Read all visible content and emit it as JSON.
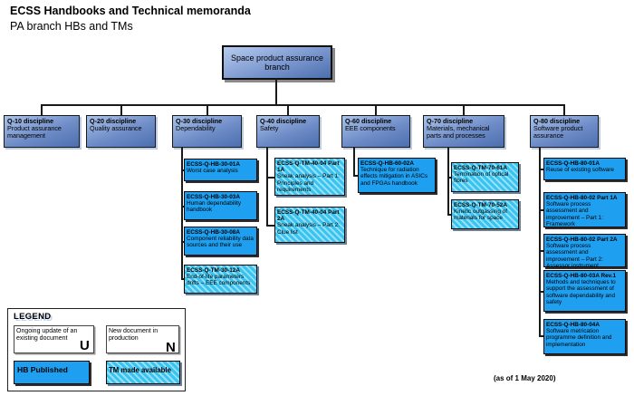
{
  "header": {
    "title": "ECSS Handbooks and Technical memoranda",
    "subtitle": "PA branch HBs and TMs"
  },
  "root": {
    "label": "Space product assurance branch"
  },
  "disciplines": [
    {
      "code": "Q-10 discipline",
      "name": "Product assurance management",
      "docs": []
    },
    {
      "code": "Q-20 discipline",
      "name": "Quality assurance",
      "docs": []
    },
    {
      "code": "Q-30 discipline",
      "name": "Dependability",
      "docs": [
        {
          "id": "ECSS-Q-HB-30-01A",
          "title": "Worst case analysis",
          "status": "HB published"
        },
        {
          "id": "ECSS-Q-HB-30-03A",
          "title": "Human dependability handbook",
          "status": "HB published"
        },
        {
          "id": "ECSS-Q-HB-30-08A",
          "title": "Component reliability data sources and their use",
          "status": "HB published"
        },
        {
          "id": "ECSS-Q-TM-30-12A",
          "title": "End-of-life parameters drifts – EEE components",
          "status": "TM made available"
        }
      ]
    },
    {
      "code": "Q-40 discipline",
      "name": "Safety",
      "docs": [
        {
          "id": "ECSS-Q-TM-40-04 Part 1A",
          "title": "Sneak analysis – Part 1: Principles and requirements",
          "status": "TM made available"
        },
        {
          "id": "ECSS-Q-TM-40-04 Part 2A",
          "title": "Sneak analysis – Part 2: Clue list",
          "status": "TM made available"
        }
      ]
    },
    {
      "code": "Q-60 discipline",
      "name": "EEE components",
      "docs": [
        {
          "id": "ECSS-Q-HB-60-02A",
          "title": "Technique for radiation effects mitigation in ASICs and FPGAs handbook",
          "status": "HB published"
        }
      ]
    },
    {
      "code": "Q-70 discipline",
      "name": "Materials, mechanical parts and processes",
      "docs": [
        {
          "id": "ECSS-Q-TM-70-61A",
          "title": "Termination of optical fibres",
          "status": "TM made available"
        },
        {
          "id": "ECSS-Q-TM-70-52A",
          "title": "Kinetic outgassing of materials for space",
          "status": "TM made available"
        }
      ]
    },
    {
      "code": "Q-80 discipline",
      "name": "Software product assurance",
      "docs": [
        {
          "id": "ECSS-Q-HB-80-01A",
          "title": "Reuse of existing software",
          "status": "HB published"
        },
        {
          "id": "ECSS-Q-HB-80-02 Part 1A",
          "title": "Software process assessment and improvement – Part 1: Framework",
          "status": "HB published"
        },
        {
          "id": "ECSS-Q-HB-80-02 Part 2A",
          "title": "Software process assessment and improvement – Part 2: Assessor instrument",
          "status": "HB published"
        },
        {
          "id": "ECSS-Q-HB-80-03A Rev.1",
          "title": "Methods and techniques to support the assessment of software dependability and safety",
          "status": "HB published"
        },
        {
          "id": "ECSS-Q-HB-80-04A",
          "title": "Software metrication programme definition and implementation",
          "status": "HB published"
        }
      ]
    }
  ],
  "legend": {
    "title": "LEGEND",
    "update_label": "Ongoing update of an existing document",
    "update_marker": "U",
    "new_label": "New document in production",
    "new_marker": "N",
    "published_label": "HB Published",
    "tm_label": "TM made available"
  },
  "footer": {
    "as_of": "(as of 1 May 2020)"
  },
  "colors": {
    "hb_published": "#1e9ff0",
    "tm_hatch_base": "#38c3f0",
    "tm_hatch_stripe": "#96e1f8",
    "discipline_gradient_top": "#aac2e8",
    "discipline_gradient_bottom": "#4c6fae"
  }
}
